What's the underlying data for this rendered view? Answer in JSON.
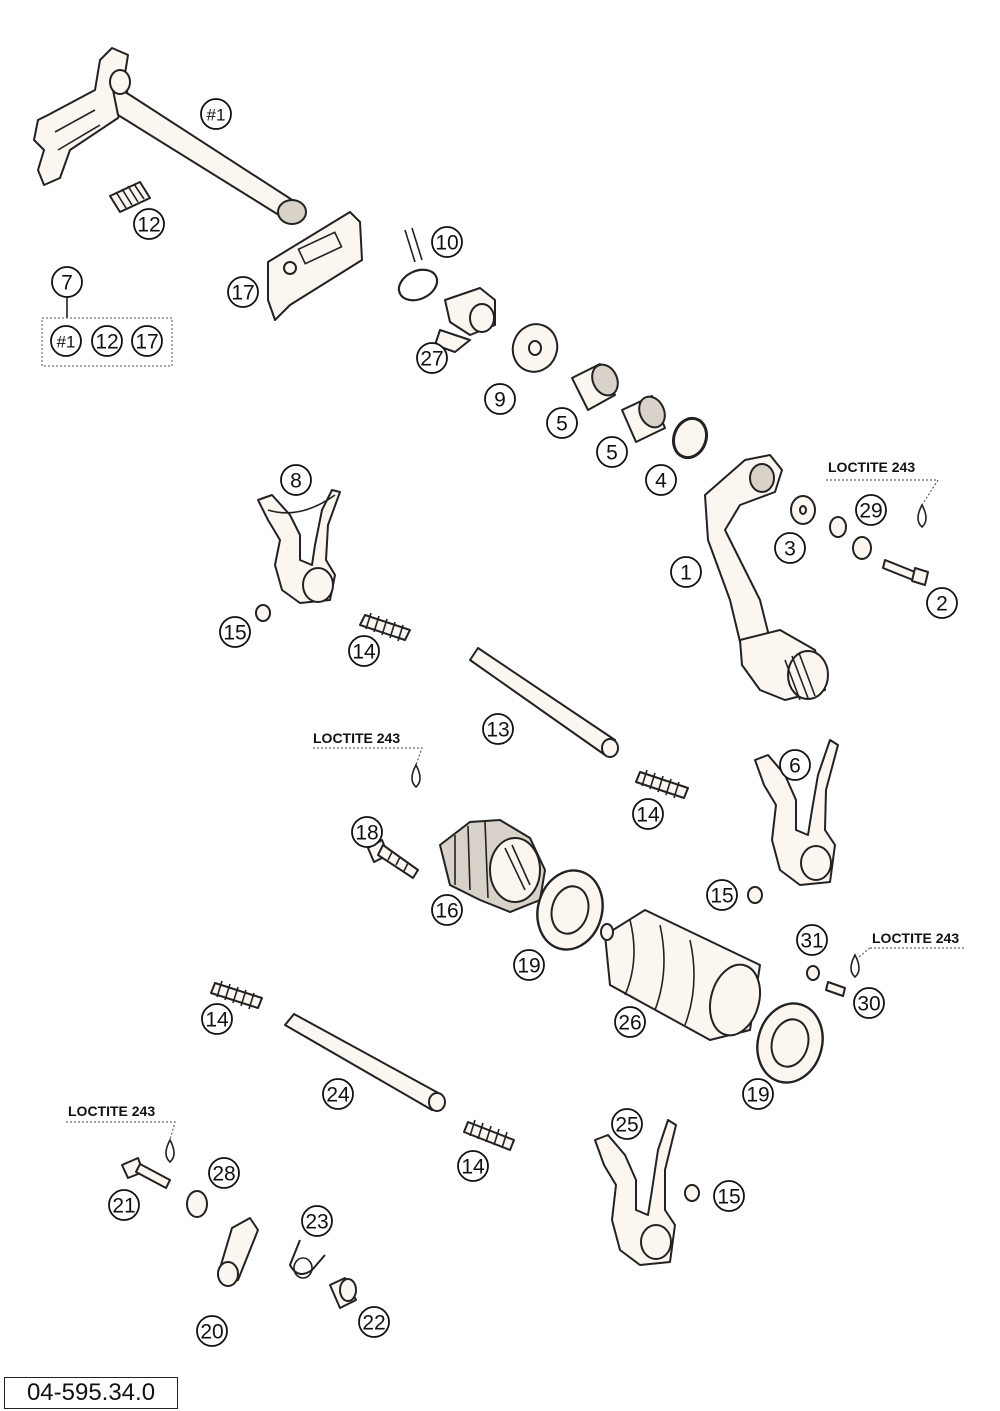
{
  "document_number": "04-595.34.0",
  "loctite_label": "LOCTITE 243",
  "kit": {
    "number": "7",
    "contents": [
      "#1",
      "12",
      "17"
    ]
  },
  "callouts": [
    "#1",
    "12",
    "17",
    "10",
    "27",
    "9",
    "5",
    "5",
    "4",
    "8",
    "1",
    "3",
    "29",
    "2",
    "15",
    "14",
    "13",
    "LOCTITE 243",
    "18",
    "14",
    "6",
    "16",
    "15",
    "19",
    "31",
    "30",
    "26",
    "14",
    "24",
    "19",
    "14",
    "25",
    "15",
    "21",
    "28",
    "23",
    "20",
    "22"
  ]
}
